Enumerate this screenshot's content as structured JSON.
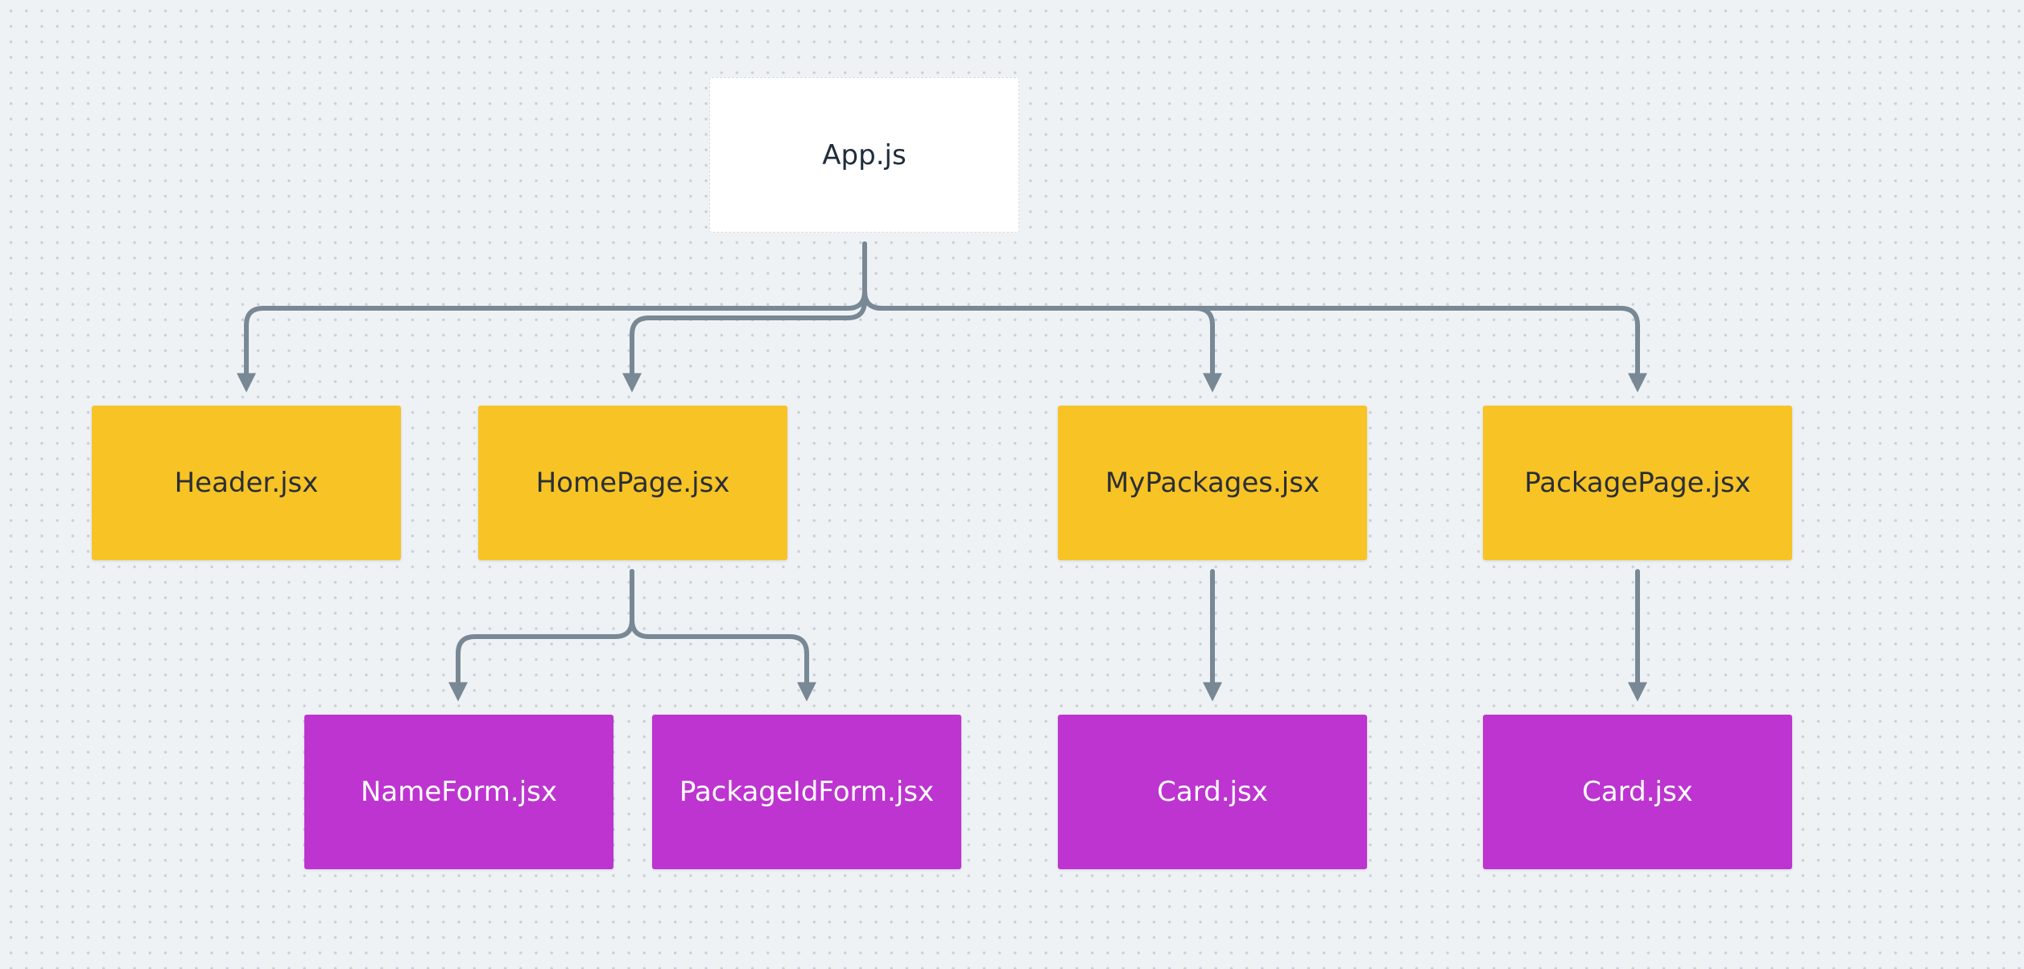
{
  "diagram": {
    "nodes": {
      "app": {
        "label": "App.js"
      },
      "header": {
        "label": "Header.jsx"
      },
      "homepage": {
        "label": "HomePage.jsx"
      },
      "mypackages": {
        "label": "MyPackages.jsx"
      },
      "packagepage": {
        "label": "PackagePage.jsx"
      },
      "nameform": {
        "label": "NameForm.jsx"
      },
      "packageidform": {
        "label": "PackageIdForm.jsx"
      },
      "card_mypackages": {
        "label": "Card.jsx"
      },
      "card_packagepage": {
        "label": "Card.jsx"
      }
    },
    "edges": [
      {
        "from": "App.js",
        "to": "Header.jsx"
      },
      {
        "from": "App.js",
        "to": "HomePage.jsx"
      },
      {
        "from": "App.js",
        "to": "MyPackages.jsx"
      },
      {
        "from": "App.js",
        "to": "PackagePage.jsx"
      },
      {
        "from": "HomePage.jsx",
        "to": "NameForm.jsx"
      },
      {
        "from": "HomePage.jsx",
        "to": "PackageIdForm.jsx"
      },
      {
        "from": "MyPackages.jsx",
        "to": "Card.jsx"
      },
      {
        "from": "PackagePage.jsx",
        "to": "Card.jsx"
      }
    ],
    "colors": {
      "background": "#eff2f5",
      "root_fill": "#ffffff",
      "component_fill": "#f7c325",
      "child_fill": "#bd34d0",
      "connector": "#788894"
    }
  }
}
